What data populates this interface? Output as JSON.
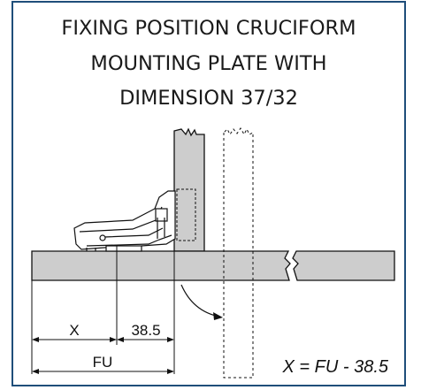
{
  "title": {
    "line1": "FIXING POSITION CRUCIFORM",
    "line2": "MOUNTING PLATE WITH",
    "line3": "DIMENSION 37/32"
  },
  "dimensions": {
    "x_label": "X",
    "offset_label": "38.5",
    "fu_label": "FU"
  },
  "formula": "X = FU - 38.5",
  "colors": {
    "frame": "#1f4e7a",
    "panel_fill": "#cdcdcd",
    "line": "#111111"
  }
}
